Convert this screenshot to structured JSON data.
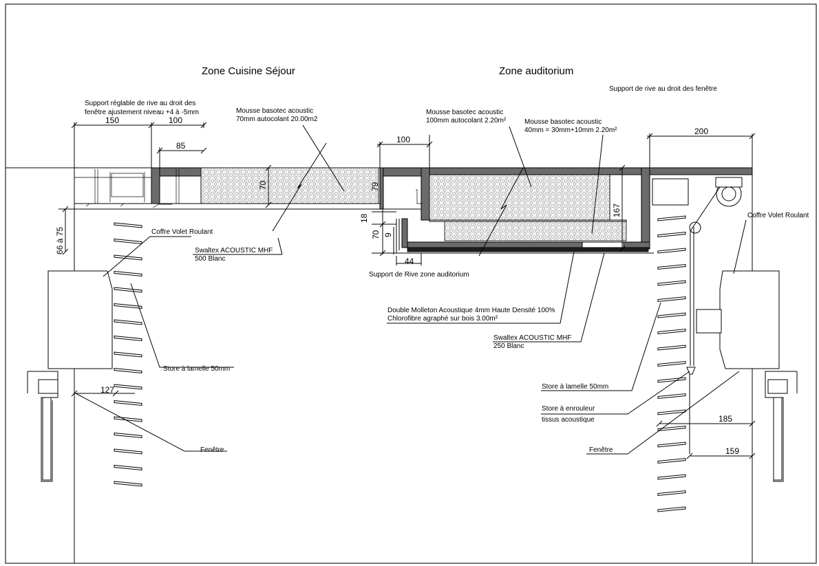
{
  "headings": {
    "left_zone": "Zone Cuisine Séjour",
    "right_zone": "Zone auditorium"
  },
  "labels": {
    "support_reglable": [
      "Support réglable de rive au droit des",
      "fenêtre ajustement niveau +4 à -5mm"
    ],
    "support_rive_fenetre": "Support de rive au droit des fenêtre",
    "mousse_70": [
      "Mousse basotec acoustic",
      "70mm autocolant 20.00m2"
    ],
    "mousse_100": [
      "Mousse basotec acoustic",
      "100mm autocolant 2.20m²"
    ],
    "mousse_40": [
      "Mousse basotec acoustic",
      "40mm = 30mm+10mm 2.20m²"
    ],
    "coffre_left": "Coffre Volet Roulant",
    "coffre_right": "Coffre Volet Roulant",
    "swaltex_500": [
      "Swaltex ACOUSTIC MHF",
      "500 Blanc"
    ],
    "support_rive_auditorium": "Support de Rive zone auditorium",
    "molleton": [
      "Double Molleton Acoustique 4mm Haute Densité 100%",
      "Chlorofibre agraphé sur bois 3.00m²"
    ],
    "swaltex_250": [
      "Swaltex ACOUSTIC MHF",
      "250 Blanc"
    ],
    "store_lamelle_left": "Store à lamelle 50mm",
    "store_lamelle_right": "Store à lamelle 50mm",
    "store_enrouleur": [
      "Store à enrouleur",
      "tissus acoustique"
    ],
    "fenetre_left": "Fenêtre",
    "fenetre_right": "Fenêtre"
  },
  "dimensions": {
    "d150": "150",
    "d100_left": "100",
    "d85": "85",
    "d70_left": "70",
    "d79": "79",
    "d66_75": "66 à 75",
    "d127": "127",
    "d100_mid": "100",
    "d18": "18",
    "d70_mid": "70",
    "d9": "9",
    "d44": "44",
    "d167": "167",
    "d200": "200",
    "d185": "185",
    "d159": "159"
  }
}
